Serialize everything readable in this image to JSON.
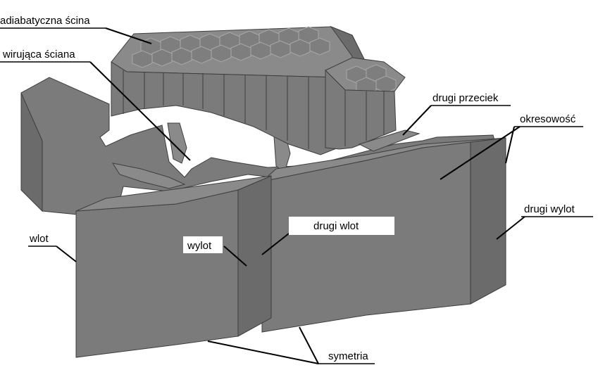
{
  "colors": {
    "body": "#7b7b7b",
    "body_dark": "#6b6b6b",
    "body_light": "#8a8a8a",
    "edge": "#3e3e3e",
    "honeycomb": "#7e7e7e",
    "label_text": "#000000"
  },
  "labels": {
    "adiabatic_wall": "adiabatyczna ścina",
    "rotating_wall": "wirująca ściana",
    "second_leak": "drugi przeciek",
    "periodicity": "okresowość",
    "second_outlet": "drugi wylot",
    "inlet": "wlot",
    "outlet": "wylot",
    "second_inlet": "drugi wlot",
    "symmetry": "symetria"
  }
}
